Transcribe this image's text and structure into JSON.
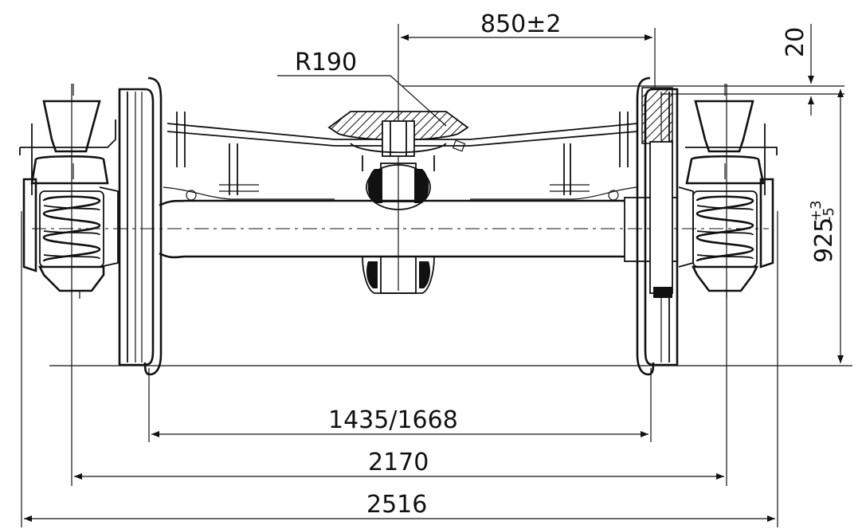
{
  "dimensions": {
    "top_center": "850±2",
    "radius": "R190",
    "offset_top": "20",
    "height_base": "925",
    "height_tol_plus": "+3",
    "height_tol_minus": "-5",
    "gauge": "1435/1668",
    "spring_span": "2170",
    "overall_width": "2516"
  }
}
